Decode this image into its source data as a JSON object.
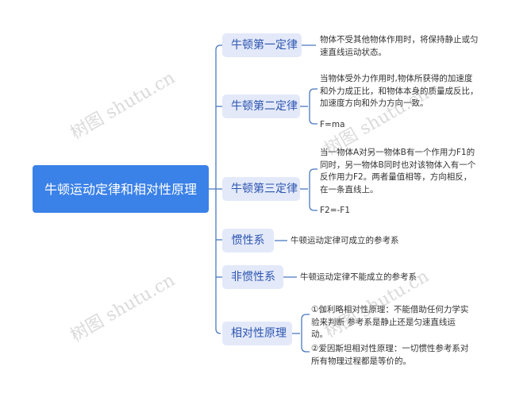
{
  "root": {
    "label": "牛顿运动定律和相对性原理"
  },
  "branches": [
    {
      "label": "牛顿第一定律",
      "leaves": [
        "物体不受其他物体作用时，将保持静止或匀速直线运动状态。"
      ]
    },
    {
      "label": "牛顿第二定律",
      "leaves": [
        "当物体受外力作用时,物体所获得的加速度和外力成正比，和物体本身的质量成反比，加速度方向和外力方向一致。",
        "F=ma"
      ]
    },
    {
      "label": "牛顿第三定律",
      "leaves": [
        "当一物体A对另一物体B有一个作用力F1的同时，另一物体B同时也对该物体入有一个反作用力F2。两者量值相等，方向相反，在一条直线上。",
        "F2=-F1"
      ]
    },
    {
      "label": "惯性系",
      "leaves": [
        "牛顿运动定律可成立的参考系"
      ]
    },
    {
      "label": "非惯性系",
      "leaves": [
        "牛顿运动定律不能成立的参考系"
      ]
    },
    {
      "label": "相对性原理",
      "leaves": [
        "①伽利略相对性原理：不能借助任何力学实验来判断 参考系是静止还是匀速直线运动。",
        "②爱因斯坦相对性原理：一切惯性参考系对所有物理过程都是等价的。"
      ]
    }
  ],
  "watermark": "树图 shutu.cn",
  "colors": {
    "root_bg": "#3a81e8",
    "node_bg": "#e3e9f9",
    "node_text": "#2d55b0",
    "line": "#4a78c0"
  }
}
